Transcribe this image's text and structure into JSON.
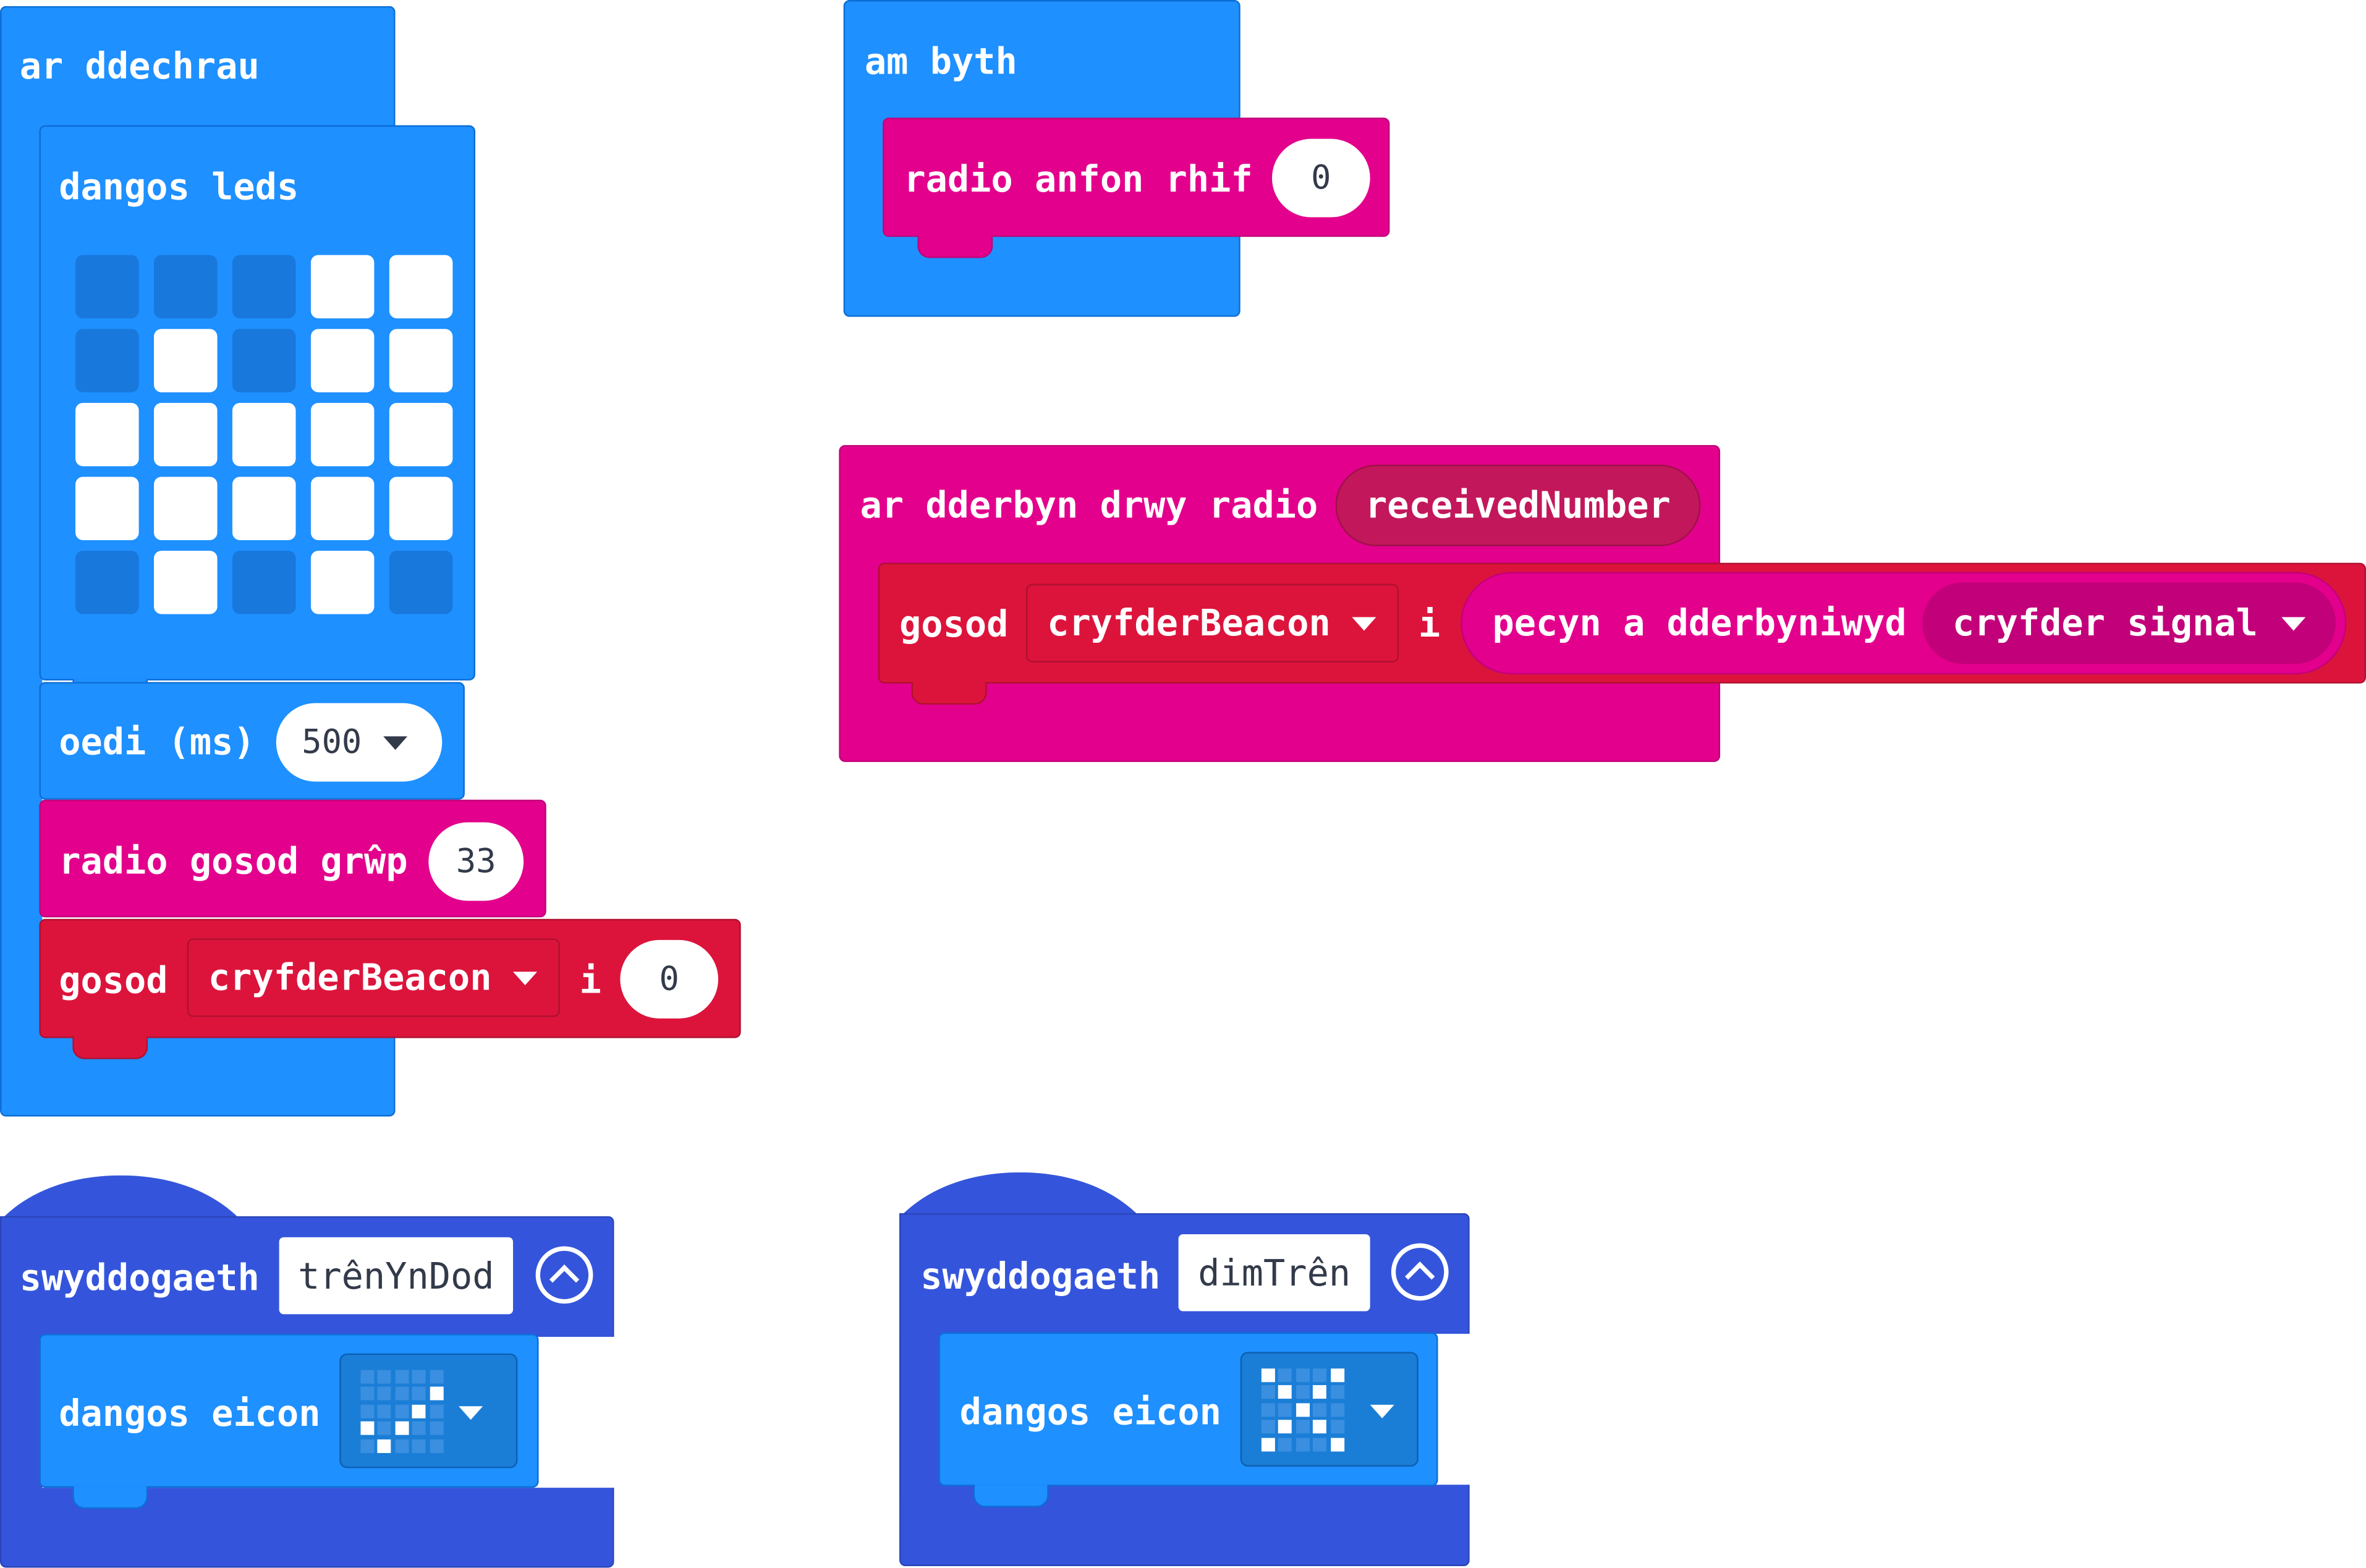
{
  "colors": {
    "basic": "#1e90ff",
    "basic_dark": "#0d6dd6",
    "radio": "#e3008c",
    "radio_dark": "#c2007a",
    "variable": "#dc143c",
    "variable_dark": "#b01030",
    "function": "#3455db",
    "function_dark": "#2a44b8"
  },
  "on_start": {
    "hat_label": "ar ddechrau",
    "show_leds": {
      "label": "dangos leds",
      "grid": [
        [
          0,
          0,
          0,
          1,
          1
        ],
        [
          0,
          1,
          0,
          1,
          1
        ],
        [
          1,
          1,
          1,
          1,
          1
        ],
        [
          1,
          1,
          1,
          1,
          1
        ],
        [
          0,
          1,
          0,
          1,
          0
        ]
      ]
    },
    "pause": {
      "label": "oedi (ms)",
      "value": "500"
    },
    "radio_group": {
      "label": "radio gosod grŵp",
      "value": "33"
    },
    "set_var": {
      "label": "gosod",
      "variable": "cryfderBeacon",
      "to": "i",
      "value": "0"
    }
  },
  "forever": {
    "hat_label": "am byth",
    "radio_send": {
      "label": "radio anfon rhif",
      "value": "0"
    }
  },
  "on_received": {
    "hat_label": "ar dderbyn drwy radio",
    "param": "receivedNumber",
    "set_var": {
      "label": "gosod",
      "variable": "cryfderBeacon",
      "to": "i",
      "packet_label": "pecyn a dderbyniwyd",
      "packet_prop": "cryfder signal"
    }
  },
  "func1": {
    "keyword": "swyddogaeth",
    "name": "trênYnDod",
    "show_icon": "dangos eicon",
    "icon": "arrow-icon",
    "icon_grid": [
      [
        0,
        0,
        0,
        0,
        0
      ],
      [
        0,
        0,
        0,
        0,
        1
      ],
      [
        0,
        0,
        0,
        1,
        0
      ],
      [
        1,
        0,
        1,
        0,
        0
      ],
      [
        0,
        1,
        0,
        0,
        0
      ]
    ]
  },
  "func2": {
    "keyword": "swyddogaeth",
    "name": "dimTrên",
    "show_icon": "dangos eicon",
    "icon": "x-icon",
    "icon_grid": [
      [
        1,
        0,
        0,
        0,
        1
      ],
      [
        0,
        1,
        0,
        1,
        0
      ],
      [
        0,
        0,
        1,
        0,
        0
      ],
      [
        0,
        1,
        0,
        1,
        0
      ],
      [
        1,
        0,
        0,
        0,
        1
      ]
    ]
  }
}
